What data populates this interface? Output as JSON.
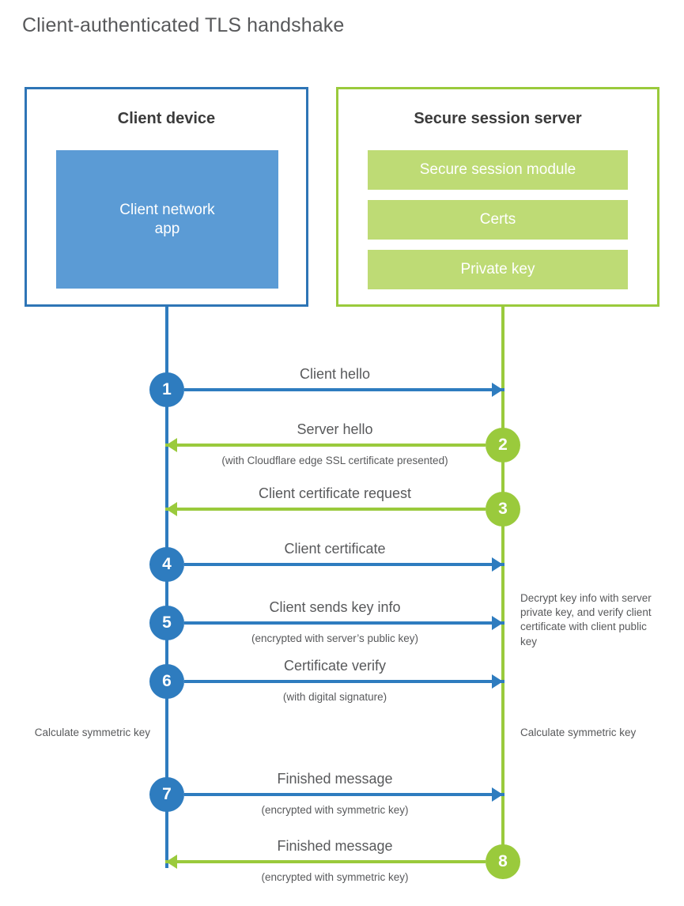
{
  "title": "Client-authenticated TLS handshake",
  "colors": {
    "client_blue": "#2E7CBF",
    "client_box_border": "#2E75B6",
    "client_app_fill": "#5B9BD5",
    "server_green": "#9ACA3C",
    "server_block_fill": "#BEDB75",
    "text_gray": "#58595b"
  },
  "client": {
    "title": "Client device",
    "app_label": "Client network\napp",
    "app_label_line1": "Client network",
    "app_label_line2": "app"
  },
  "server": {
    "title": "Secure session server",
    "blocks": [
      {
        "label": "Secure session module"
      },
      {
        "label": "Certs"
      },
      {
        "label": "Private key"
      }
    ]
  },
  "steps": [
    {
      "number": "1",
      "label": "Client hello",
      "sublabel": "",
      "direction": "client-to-server",
      "color": "blue"
    },
    {
      "number": "2",
      "label": "Server hello",
      "sublabel": "(with Cloudflare edge SSL certificate presented)",
      "direction": "server-to-client",
      "color": "green"
    },
    {
      "number": "3",
      "label": "Client certificate request",
      "sublabel": "",
      "direction": "server-to-client",
      "color": "green"
    },
    {
      "number": "4",
      "label": "Client certificate",
      "sublabel": "",
      "direction": "client-to-server",
      "color": "blue"
    },
    {
      "number": "5",
      "label": "Client sends key info",
      "sublabel": "(encrypted with server’s public key)",
      "direction": "client-to-server",
      "color": "blue"
    },
    {
      "number": "6",
      "label": "Certificate verify",
      "sublabel": "(with digital signature)",
      "direction": "client-to-server",
      "color": "blue"
    },
    {
      "number": "7",
      "label": "Finished message",
      "sublabel": "(encrypted with symmetric key)",
      "direction": "client-to-server",
      "color": "blue"
    },
    {
      "number": "8",
      "label": "Finished message",
      "sublabel": "(encrypted with symmetric key)",
      "direction": "server-to-client",
      "color": "green"
    }
  ],
  "annotations": {
    "server_decrypt": "Decrypt key info with server private key, and verify client certificate with client public key",
    "client_symmetric": "Calculate symmetric key",
    "server_symmetric": "Calculate symmetric key"
  }
}
